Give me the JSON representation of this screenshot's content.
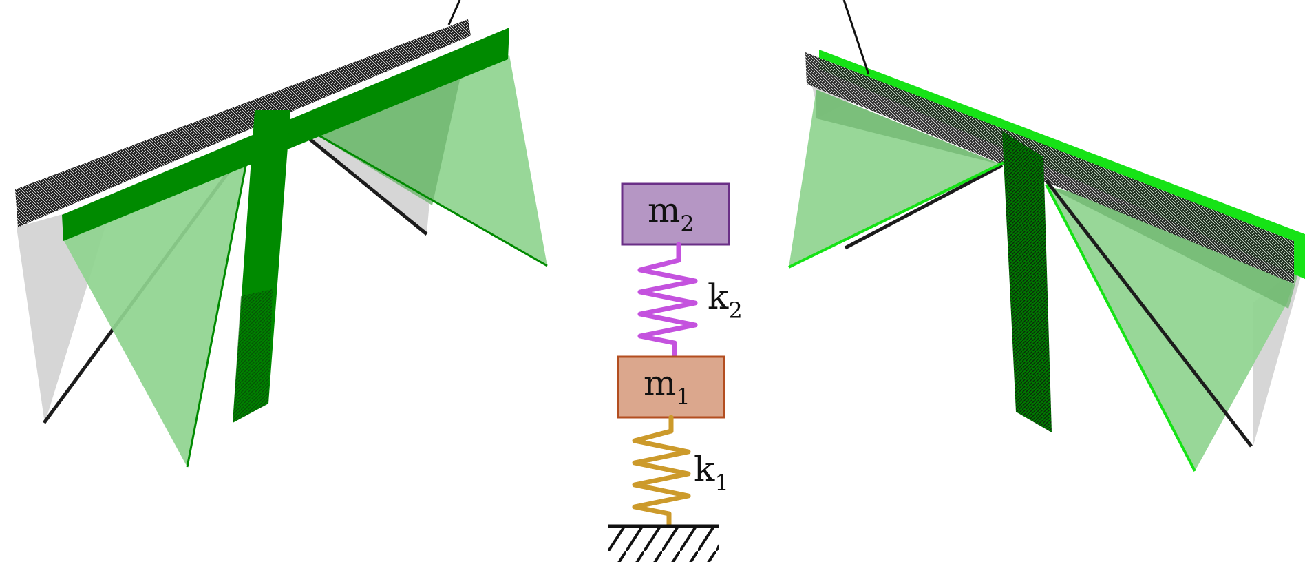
{
  "diagram": {
    "masses": [
      {
        "id": "m2",
        "base": "m",
        "sub": "2",
        "fill": "#b596c4",
        "stroke": "#6a2f87"
      },
      {
        "id": "m1",
        "base": "m",
        "sub": "1",
        "fill": "#dba78d",
        "stroke": "#b34e20"
      }
    ],
    "springs": [
      {
        "id": "k2",
        "base": "k",
        "sub": "2",
        "color": "#c452de"
      },
      {
        "id": "k1",
        "base": "k",
        "sub": "1",
        "color": "#cc9a2b"
      }
    ],
    "colors": {
      "structure_dark_green": "#008a00",
      "structure_bright_green": "#16e316",
      "panel_light_green": "#8fd48f",
      "panel_mid_green": "#6fb56f",
      "shadow_gray": "#c8c8c8",
      "mesh_black": "#1c1c1c",
      "ground": "#111111"
    }
  }
}
